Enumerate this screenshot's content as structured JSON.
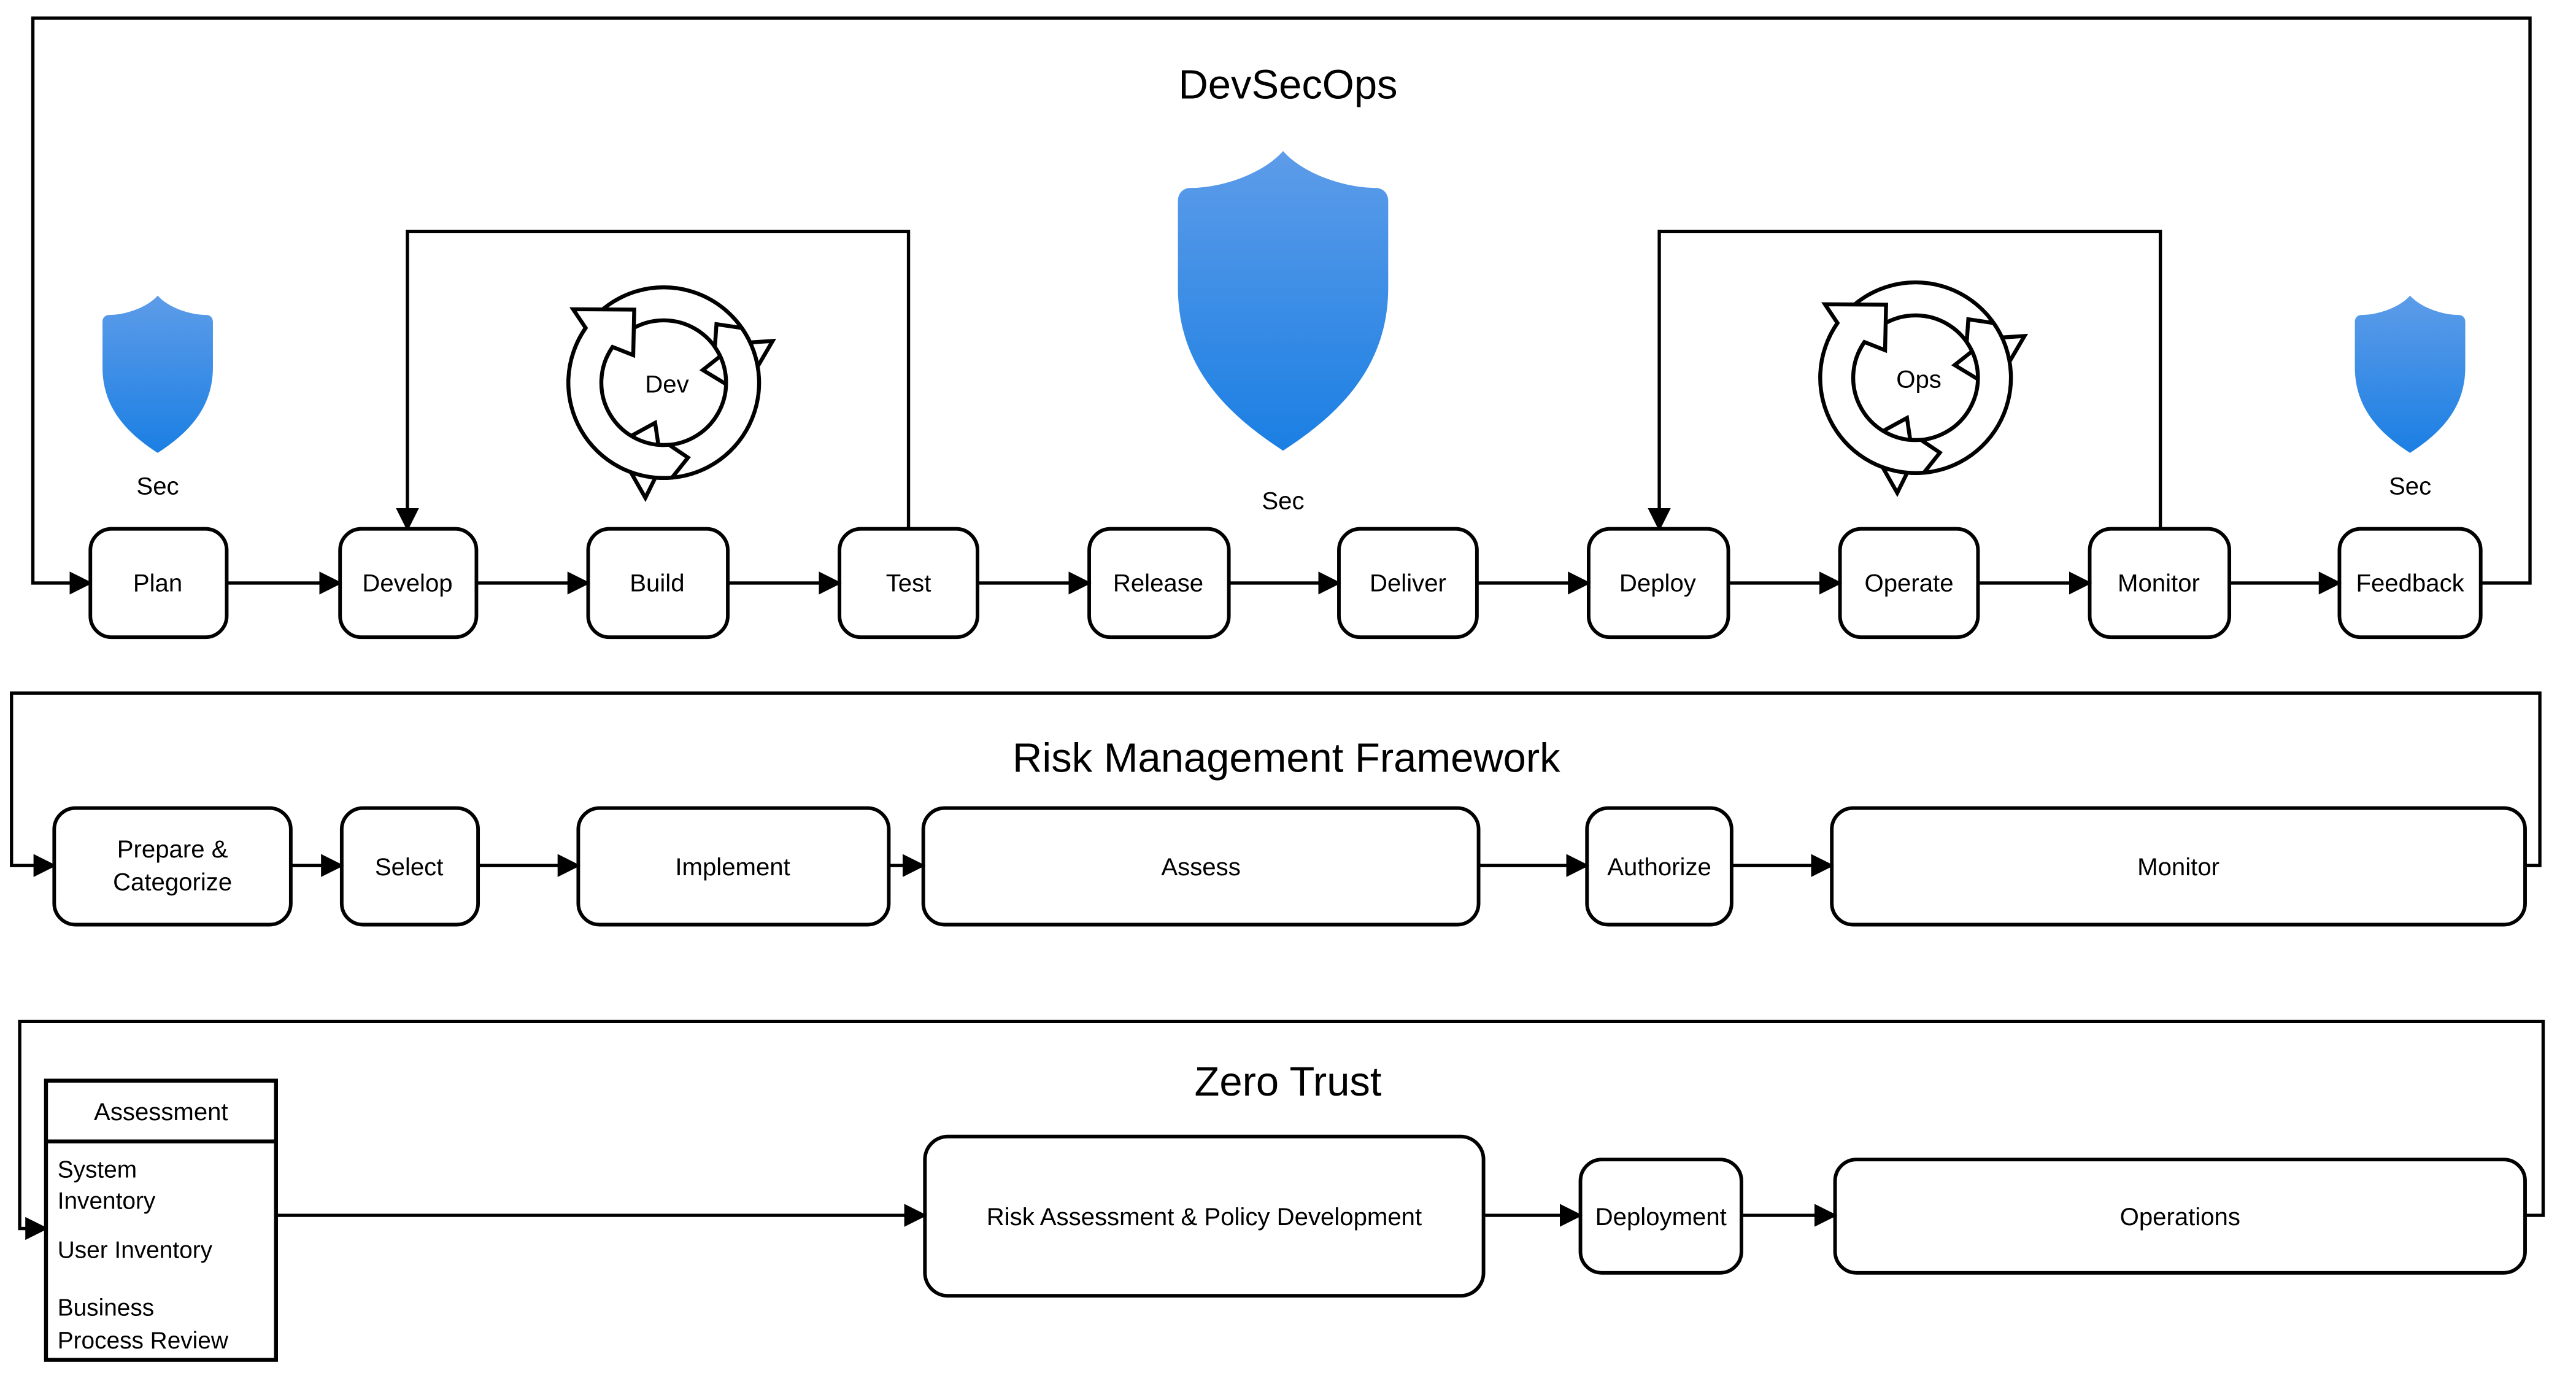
{
  "colors": {
    "shield_gradient_top": "#5d9ce9",
    "shield_gradient_bottom": "#1b7fe3",
    "line_color": "#000000"
  },
  "devsecops": {
    "title": "DevSecOps",
    "steps": [
      "Plan",
      "Develop",
      "Build",
      "Test",
      "Release",
      "Deliver",
      "Deploy",
      "Operate",
      "Monitor",
      "Feedback"
    ],
    "shield_left_label": "Sec",
    "shield_center_label": "Sec",
    "shield_right_label": "Sec",
    "dev_cycle_label": "Dev",
    "ops_cycle_label": "Ops"
  },
  "rmf": {
    "title": "Risk Management Framework",
    "step1_line1": "Prepare &",
    "step1_line2": "Categorize",
    "steps": [
      "Select",
      "Implement",
      "Assess",
      "Authorize",
      "Monitor"
    ]
  },
  "zero_trust": {
    "title": "Zero Trust",
    "assessment_header": "Assessment",
    "assessment_item1_line1": "System",
    "assessment_item1_line2": "Inventory",
    "assessment_item2": "User Inventory",
    "assessment_item3_line1": "Business",
    "assessment_item3_line2": "Process Review",
    "steps": [
      "Risk Assessment & Policy Development",
      "Deployment",
      "Operations"
    ]
  }
}
